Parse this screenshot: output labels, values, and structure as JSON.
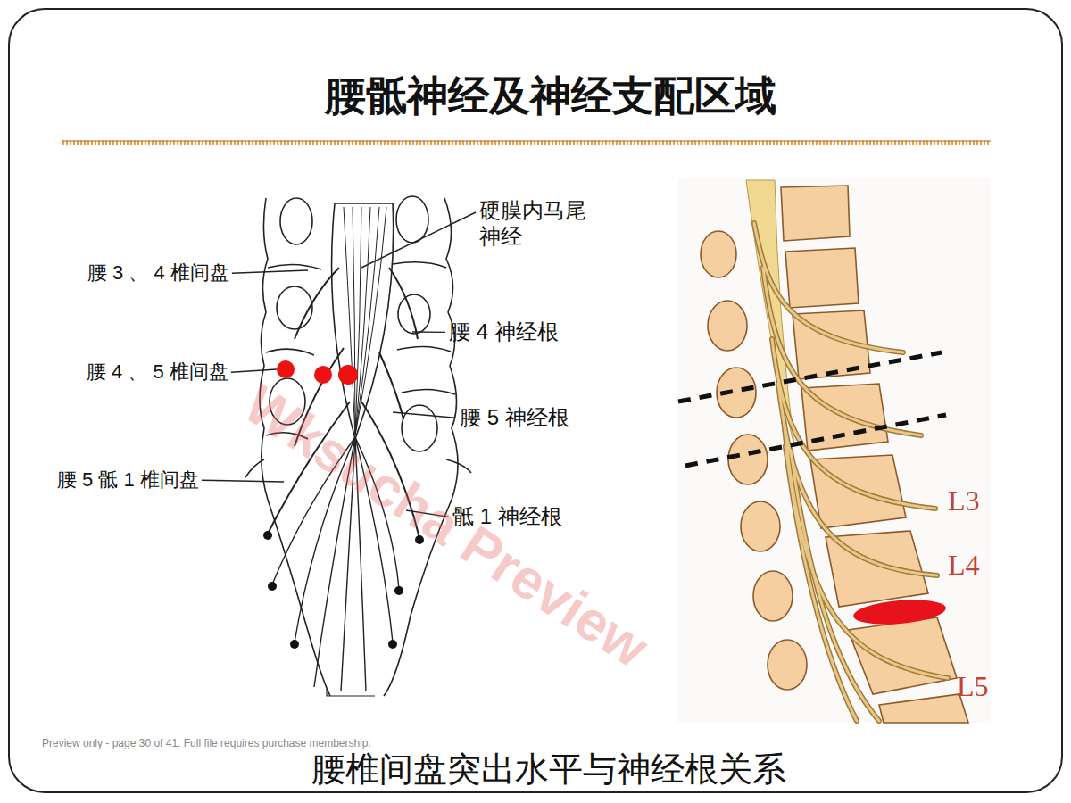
{
  "diagram": {
    "title": "腰骶神经及神经支配区域",
    "caption": "腰椎间盘突出水平与神经根关系",
    "labels": [
      "硬膜内马尾 神经",
      "腰 3 、 4 椎间盘",
      "腰 4 神经根",
      "腰 4 、 5 椎间盘",
      "腰 5 神经根",
      "腰 5 骶 1 椎间盘",
      "骶 1 神经根",
      "L3",
      "L4",
      "L5",
      "Wksucha Preview",
      "Preview only - page 30 of 41. Full file requires purchase membership."
    ]
  }
}
